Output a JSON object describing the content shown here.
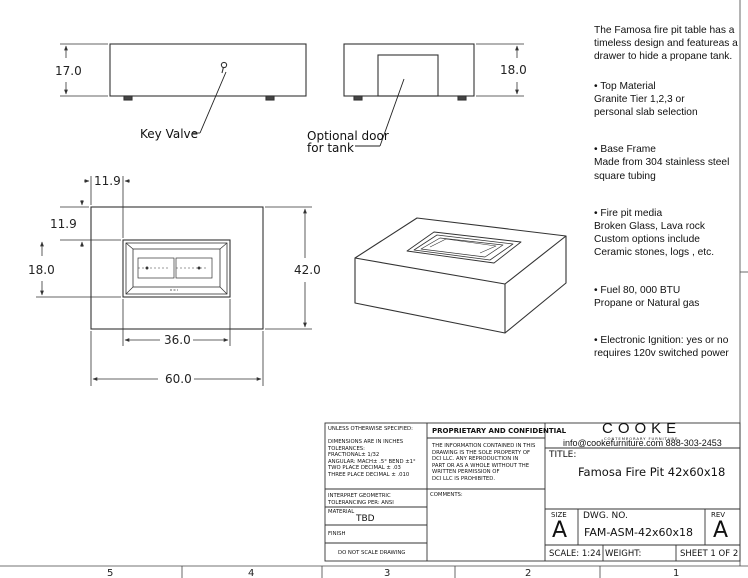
{
  "drawing": {
    "dimensions": {
      "front_height": "17.0",
      "side_height": "18.0",
      "top_left_offset": "11.9",
      "top_top_offset": "11.9",
      "burner_height": "18.0",
      "overall_depth": "42.0",
      "burner_width": "36.0",
      "overall_width": "60.0"
    },
    "callouts": {
      "key_valve": "Key Valve",
      "optional_door_line1": "Optional door",
      "optional_door_line2": "for tank"
    },
    "zone_numbers": [
      "5",
      "4",
      "3",
      "2",
      "1"
    ]
  },
  "notes": {
    "intro": [
      "The Famosa fire pit table has a",
      "timeless design and featureas a",
      "drawer to hide a propane tank."
    ],
    "specs": [
      {
        "lines": [
          "• Top Material",
          "Granite Tier 1,2,3 or",
          "personal slab selection"
        ]
      },
      {
        "lines": [
          "• Base  Frame",
          "Made from 304 stainless steel",
          "square tubing"
        ]
      },
      {
        "lines": [
          "• Fire pit media",
          "Broken Glass, Lava rock",
          "Custom options include",
          "Ceramic stones, logs , etc."
        ]
      },
      {
        "lines": [
          "• Fuel  80, 000 BTU",
          "Propane or Natural gas"
        ]
      },
      {
        "lines": [
          "• Electronic Ignition: yes or no",
          "requires 120v switched power"
        ]
      }
    ]
  },
  "title_block": {
    "unless_specified": "UNLESS OTHERWISE SPECIFIED:",
    "tolerance_lines": [
      "DIMENSIONS ARE IN INCHES",
      "TOLERANCES:",
      "FRACTIONAL± 1/32",
      "ANGULAR: MACH± .5° BEND ±1°",
      "TWO PLACE DECIMAL  ± .03",
      "THREE PLACE DECIMAL  ± .010"
    ],
    "interpret_lines": [
      "INTERPRET GEOMETRIC",
      "TOLERANCING PER: ANSI"
    ],
    "material_label": "MATERIAL",
    "material_value": "TBD",
    "finish_label": "FINISH",
    "do_not_scale": "DO NOT SCALE DRAWING",
    "proprietary_title": "PROPRIETARY AND CONFIDENTIAL",
    "proprietary_lines": [
      "THE INFORMATION CONTAINED IN THIS",
      "DRAWING IS THE SOLE PROPERTY OF",
      "DCI LLC.  ANY REPRODUCTION IN",
      "PART OR AS A WHOLE WITHOUT THE",
      "WRITTEN PERMISSION OF",
      "DCI LLC IS PROHIBITED."
    ],
    "comments_label": "COMMENTS:",
    "company_logo": "COOKE",
    "company_tagline": "CONTEMPORARY FURNITURE",
    "contact": "info@cookefurniture.com 888-303-2453",
    "title_label": "TITLE:",
    "title_value": "Famosa Fire Pit 42x60x18",
    "size_label": "SIZE",
    "size_value": "A",
    "dwg_label": "DWG.  NO.",
    "dwg_value": "FAM-ASM-42x60x18",
    "rev_label": "REV",
    "rev_value": "A",
    "scale": "SCALE: 1:24",
    "weight": "WEIGHT:",
    "sheet": "SHEET 1 OF 2"
  }
}
